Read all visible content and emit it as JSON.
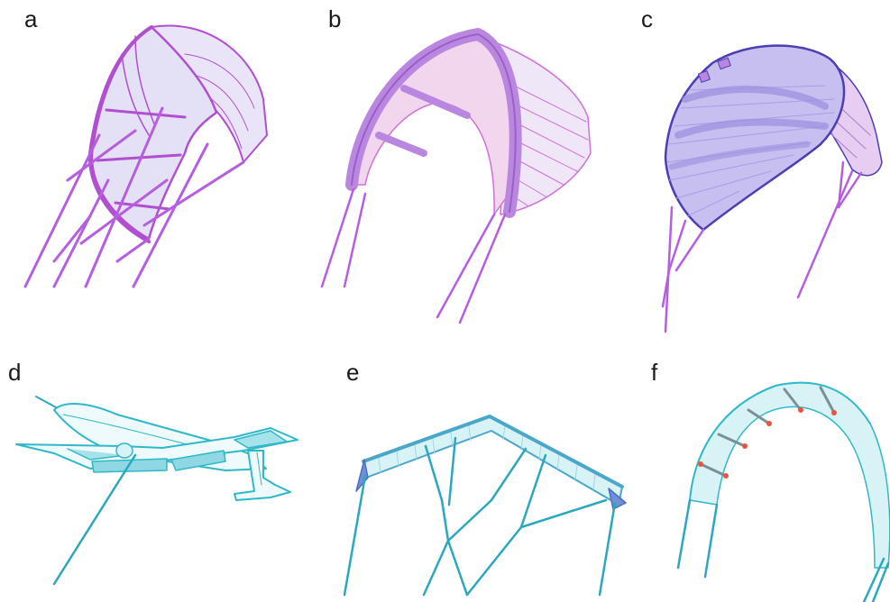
{
  "panels": [
    {
      "key": "a",
      "label": "a",
      "depicts": "leading-edge-inflatable-kite-with-bridle"
    },
    {
      "key": "b",
      "label": "b",
      "depicts": "arc-kite-with-inflated-leading-edge"
    },
    {
      "key": "c",
      "label": "c",
      "depicts": "ram-air-foil-kite"
    },
    {
      "key": "d",
      "label": "d",
      "depicts": "tethered-rigid-aircraft"
    },
    {
      "key": "e",
      "label": "e",
      "depicts": "swept-rigid-wing-with-bridle"
    },
    {
      "key": "f",
      "label": "f",
      "depicts": "semi-rigid-arc-kite-with-joints"
    }
  ],
  "colors": {
    "kite_stroke": "#b04fd0",
    "kite_line": "#b55fe0",
    "kite_fill": "#e9e4f7",
    "kite_fill_pink": "#f2d6ee",
    "tube_fill": "#b987e0",
    "ram_fill": "#c7bff0",
    "ram_stroke": "#4b3fb3",
    "rigid_stroke": "#2fb8c9",
    "rigid_fill": "#d8f3f6",
    "rigid_dark": "#4aa7c9",
    "joint": "#e8553a",
    "label": "#1a1a1a"
  }
}
